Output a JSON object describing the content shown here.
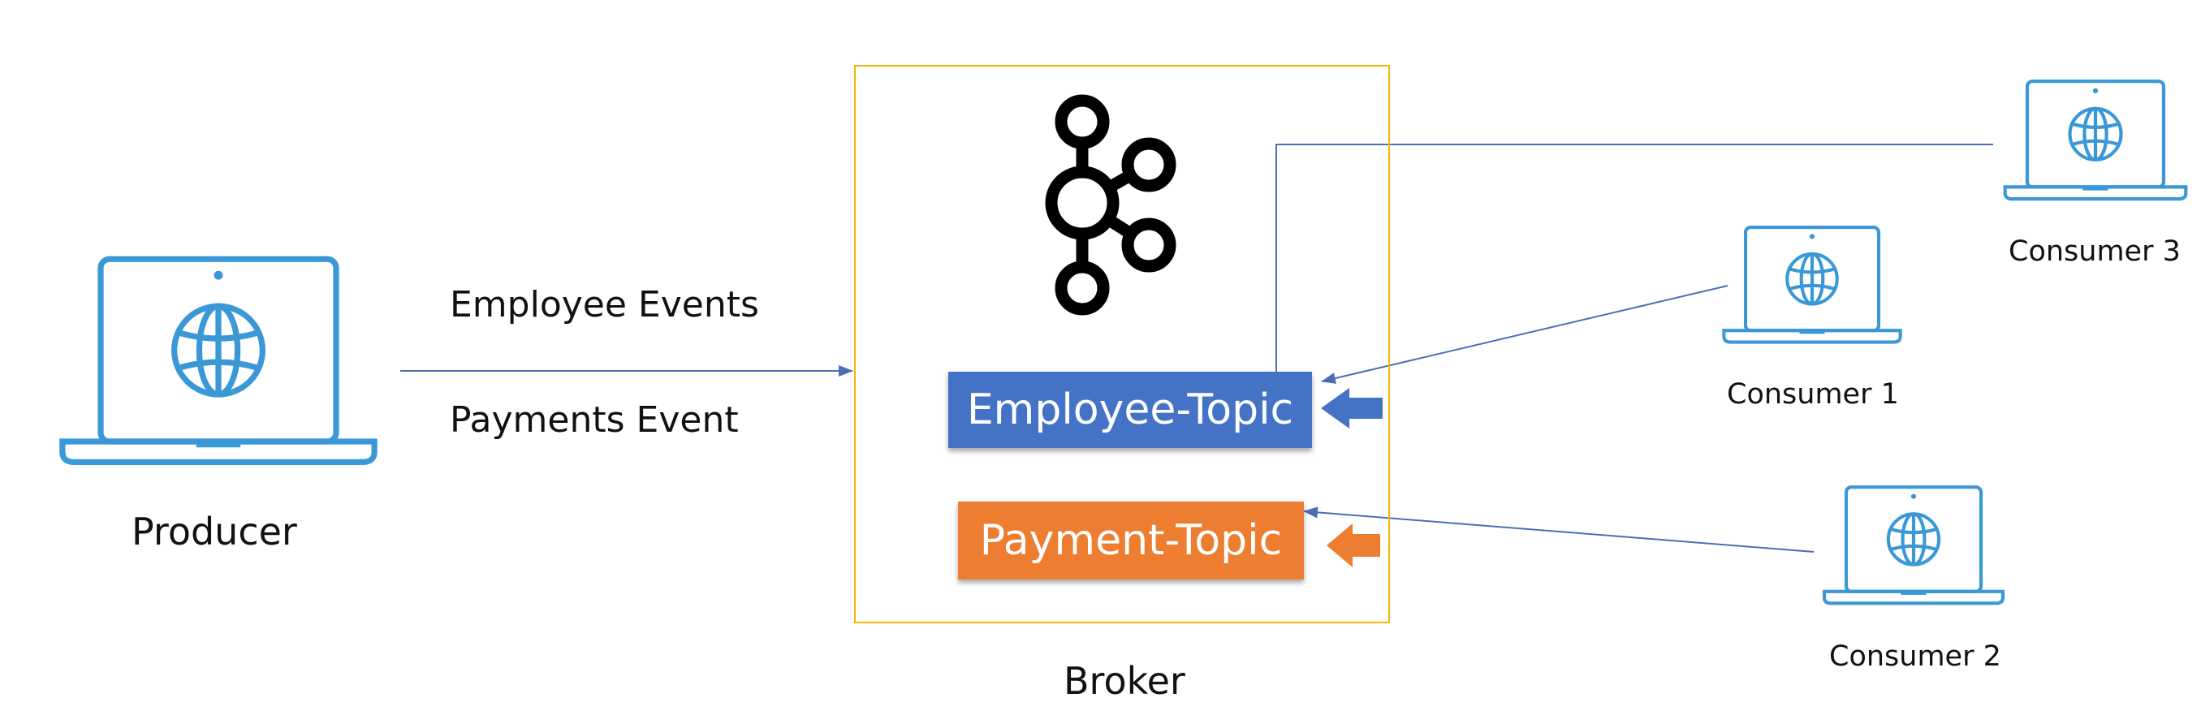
{
  "producer": {
    "label": "Producer",
    "icon": "laptop-globe-icon"
  },
  "events": {
    "employee_label": "Employee Events",
    "payments_label": "Payments Event"
  },
  "broker": {
    "label": "Broker",
    "logo_icon": "kafka-logo-icon",
    "border_color": "#f2b705"
  },
  "topics": {
    "employee": {
      "label": "Employee-Topic",
      "color": "#4472c4"
    },
    "payment": {
      "label": "Payment-Topic",
      "color": "#ed7d31"
    }
  },
  "consumers": [
    {
      "label": "Consumer 1",
      "icon": "laptop-globe-icon"
    },
    {
      "label": "Consumer 2",
      "icon": "laptop-globe-icon"
    },
    {
      "label": "Consumer 3",
      "icon": "laptop-globe-icon"
    }
  ],
  "colors": {
    "device_stroke": "#3b98d6",
    "connector": "#4a6fb5"
  }
}
